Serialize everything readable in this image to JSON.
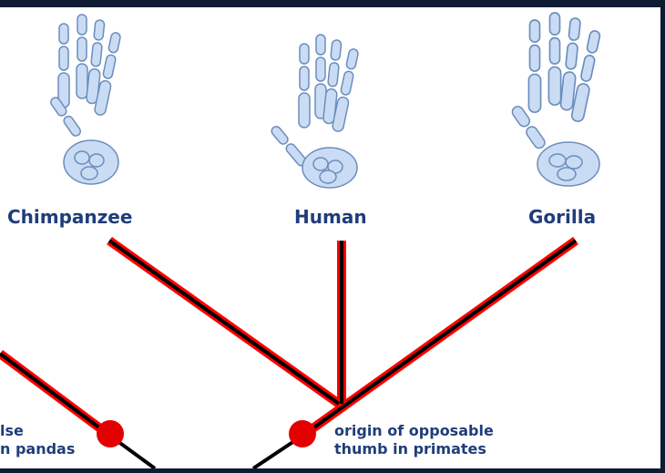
{
  "taxa": {
    "chimpanzee": "Chimpanzee",
    "human": "Human",
    "gorilla": "Gorilla"
  },
  "annotations": {
    "opposable_thumb_line1": "origin of opposable",
    "opposable_thumb_line2": "thumb in primates",
    "panda_line1": "lse",
    "panda_line2": "n pandas"
  },
  "colors": {
    "branch_red": "#ff0000",
    "branch_black": "#000000",
    "node_red": "#e30000",
    "bone_fill": "#c9dcf4",
    "bone_stroke": "#6c8dbc",
    "label": "#1f3d7a",
    "frame": "#0f1b33"
  },
  "icons": [
    "chimpanzee-hand-icon",
    "human-hand-icon",
    "gorilla-hand-icon"
  ]
}
